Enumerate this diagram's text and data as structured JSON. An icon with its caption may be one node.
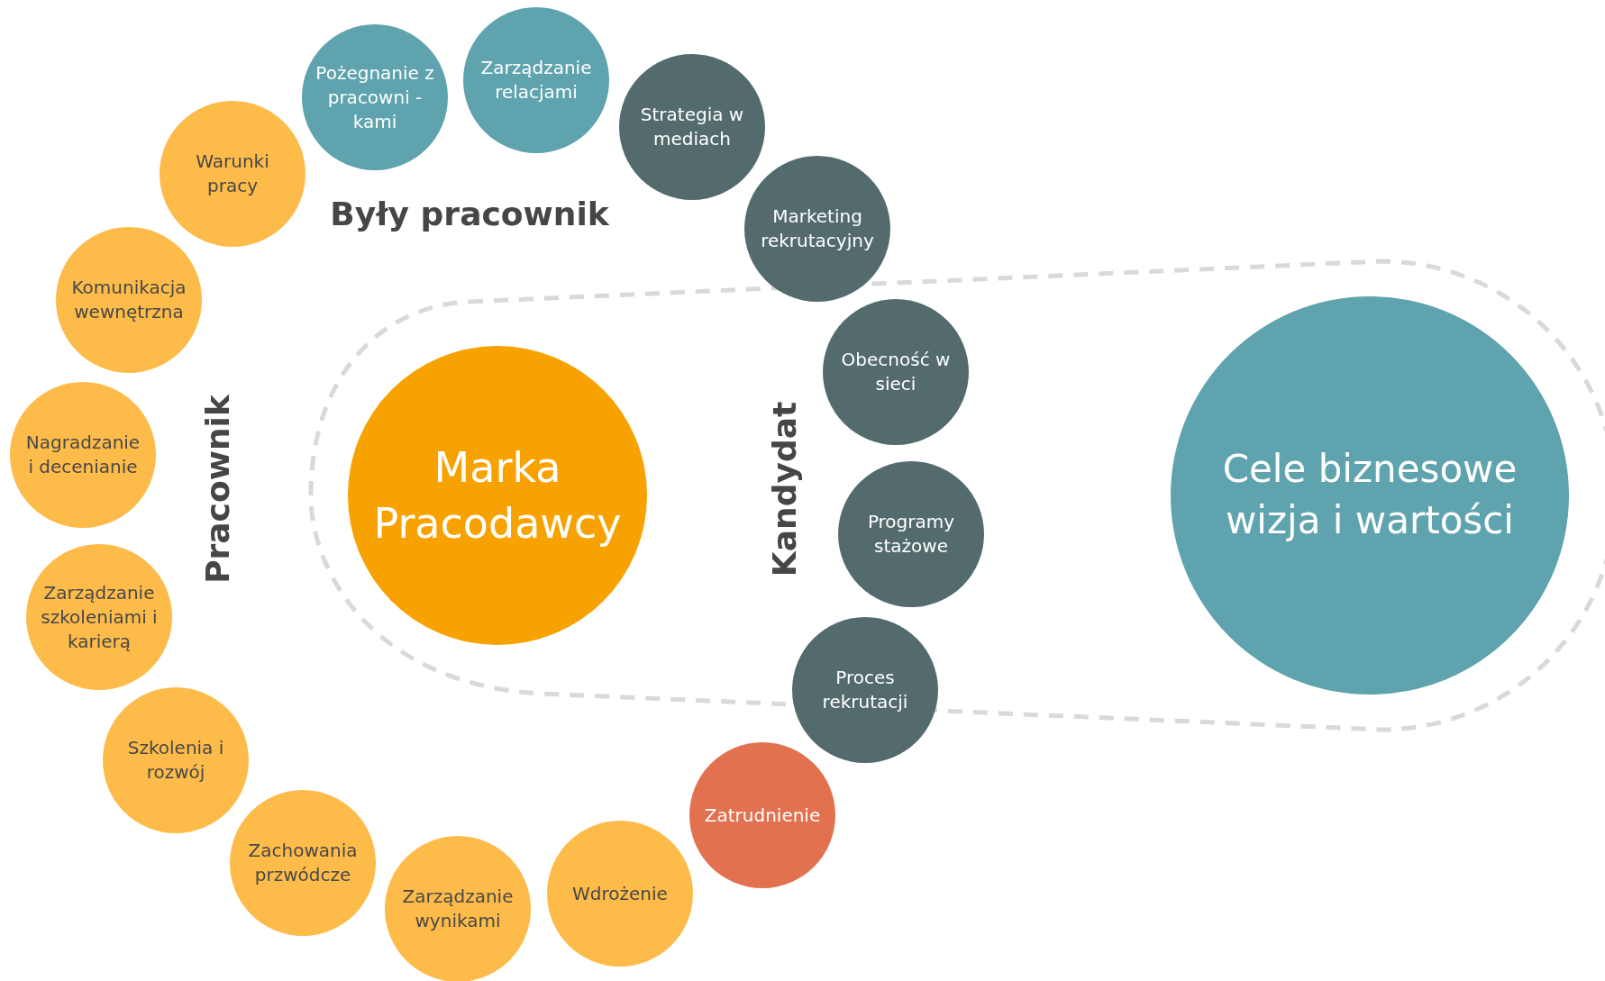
{
  "diagram": {
    "nodes": [
      {
        "text": [
          "Marka Pracodawcy"
        ]
      },
      {
        "text": [
          "Cele biznesowe wizja i wartości"
        ]
      },
      {
        "text": [
          "Warunki pracy"
        ]
      },
      {
        "text": [
          "Pożegnanie z pracowni -kami"
        ]
      },
      {
        "text": [
          "Zarządzanie relacjami"
        ]
      },
      {
        "text": [
          "Strategia w mediach"
        ]
      },
      {
        "text": [
          "Marketing rekrutacyjny"
        ]
      },
      {
        "text": [
          "Obecność w sieci"
        ]
      },
      {
        "text": [
          "Programy stażowe"
        ]
      },
      {
        "text": [
          "Proces rekrutacji"
        ]
      },
      {
        "text": [
          "Zatrudnienie"
        ]
      },
      {
        "text": [
          "Wdrożenie"
        ]
      },
      {
        "text": [
          "Zarządzanie wynikami"
        ]
      },
      {
        "text": [
          "Zachowania przwódcze"
        ]
      },
      {
        "text": [
          "Szkolenia i rozwój"
        ]
      },
      {
        "text": [
          "Zarządzanie szkoleniami i karierą"
        ]
      },
      {
        "text": [
          "Nagradzanie i decenianie"
        ]
      },
      {
        "text": [
          "Komunikacja wewnętrzna"
        ]
      }
    ],
    "labels": [
      "Były pracownik",
      "Pracownik",
      "Kandydat"
    ]
  }
}
